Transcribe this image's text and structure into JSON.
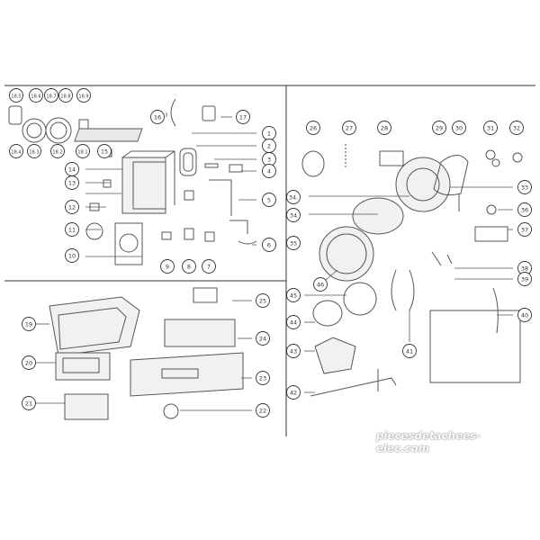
{
  "colors": {
    "line": "#333333",
    "part": "#555555",
    "fill": "#e9e9e9",
    "watermark": "#ffffff"
  },
  "callouts": [
    "18.5",
    "18.6",
    "18.7",
    "18.8",
    "18.9",
    "18.4",
    "18.3",
    "18.2",
    "18.1",
    "16",
    "17",
    "1",
    "2",
    "3",
    "4",
    "5",
    "6",
    "7",
    "8",
    "9",
    "10",
    "11",
    "12",
    "13",
    "14",
    "15",
    "19",
    "20",
    "21",
    "22",
    "23",
    "24",
    "25",
    "26",
    "27",
    "28",
    "29",
    "30",
    "31",
    "32",
    "33",
    "34",
    "34.",
    "35",
    "36",
    "37",
    "38",
    "39",
    "40",
    "41",
    "42",
    "43",
    "44",
    "45",
    "46"
  ],
  "watermark": "piecesdetachees-elec.com"
}
